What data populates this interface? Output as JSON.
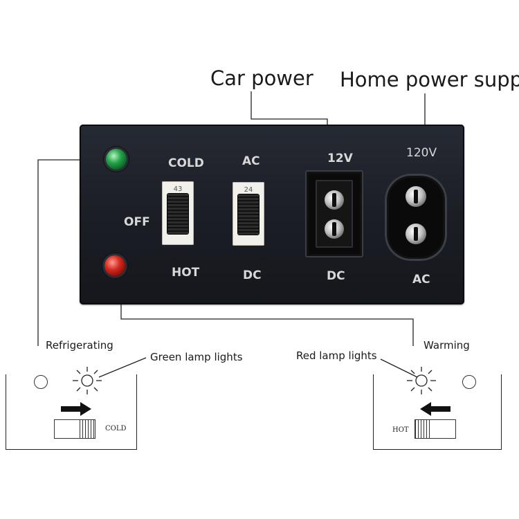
{
  "callouts": {
    "car_power": "Car power",
    "home_power_supply": "Home power supply"
  },
  "panel": {
    "cold": "COLD",
    "off": "OFF",
    "hot": "HOT",
    "ac_top": "AC",
    "dc_switch": "DC",
    "v12": "12V",
    "dc_socket": "DC",
    "v120": "120V",
    "ac_socket": "AC",
    "switch1_number": "43",
    "switch2_number": "24"
  },
  "notes": {
    "refrigerating": "Refrigerating",
    "green_lamp": "Green lamp lights",
    "red_lamp": "Red lamp lights",
    "warming": "Warming"
  },
  "insets": {
    "cold_label": "COLD",
    "hot_label": "HOT"
  },
  "colors": {
    "green_led": "#24a34a",
    "red_led": "#d3281e",
    "panel": "#1b1e25"
  }
}
